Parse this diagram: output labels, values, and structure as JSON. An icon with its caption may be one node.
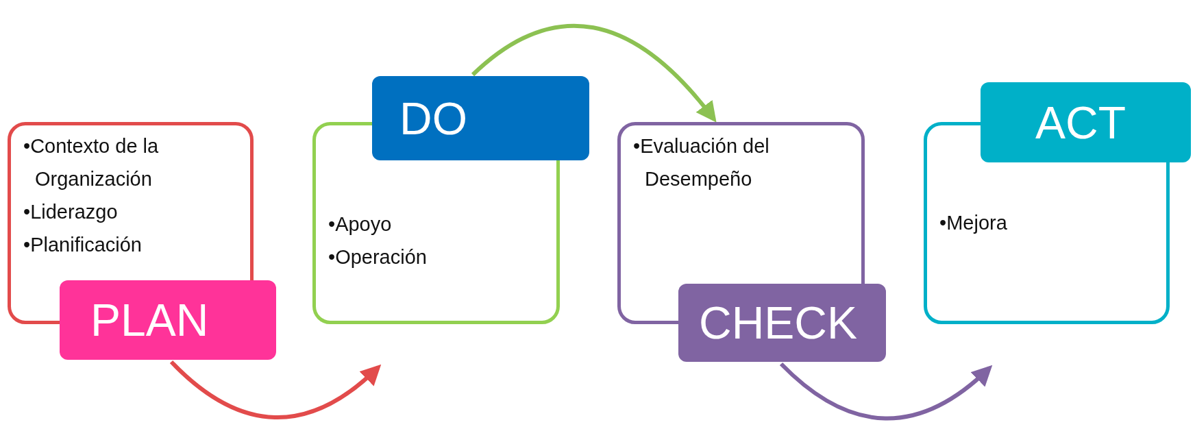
{
  "diagram": {
    "nodes": [
      {
        "text": [
          "•Contexto de la Organización",
          "•Liderazgo",
          "•Planificación",
          "PLAN"
        ]
      },
      {
        "text": [
          "DO",
          "•Apoyo",
          "•Operación"
        ]
      },
      {
        "text": [
          "•Evaluación del Desempeño",
          "CHECK"
        ]
      },
      {
        "text": [
          "ACT",
          "•Mejora"
        ]
      }
    ],
    "edges": [
      {
        "from": 0,
        "to": 1,
        "arrow": "to",
        "color": "#e24b4b"
      },
      {
        "from": 1,
        "to": 2,
        "arrow": "to",
        "color": "#8cc152"
      },
      {
        "from": 2,
        "to": 3,
        "arrow": "to",
        "color": "#8064a2"
      }
    ]
  }
}
